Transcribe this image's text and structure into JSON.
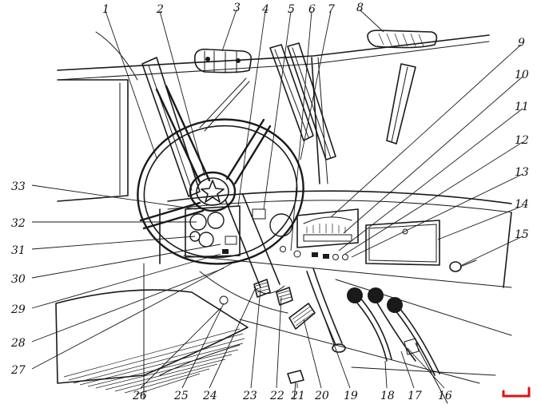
{
  "diagram": {
    "labels": [
      "1",
      "2",
      "3",
      "4",
      "5",
      "6",
      "7",
      "8",
      "9",
      "10",
      "11",
      "12",
      "13",
      "14",
      "15",
      "16",
      "17",
      "18",
      "19",
      "20",
      "21",
      "22",
      "23",
      "24",
      "25",
      "26",
      "27",
      "28",
      "29",
      "30",
      "31",
      "32",
      "33"
    ]
  },
  "colors": {
    "ink": "#1a1a1a",
    "background": "#ffffff",
    "corner_mark": "#e01010"
  }
}
